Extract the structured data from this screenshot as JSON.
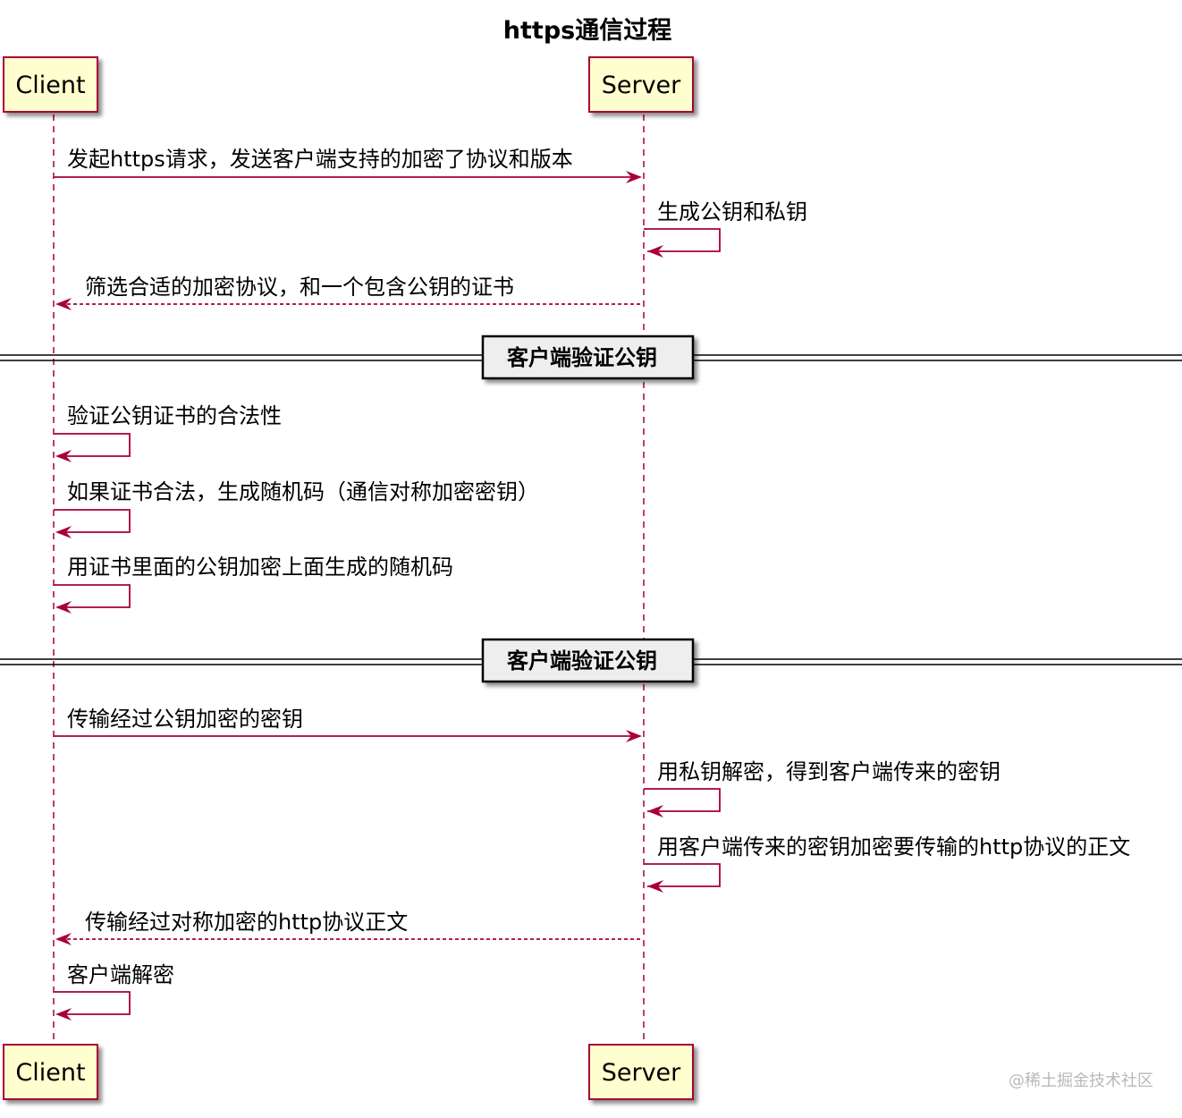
{
  "title": "https通信过程",
  "participants": [
    {
      "id": "client",
      "label": "Client"
    },
    {
      "id": "server",
      "label": "Server"
    }
  ],
  "messages": [
    {
      "from": "client",
      "to": "server",
      "style": "solid",
      "text": "发起https请求，发送客户端支持的加密了协议和版本"
    },
    {
      "from": "server",
      "to": "server",
      "style": "self",
      "text": "生成公钥和私钥"
    },
    {
      "from": "server",
      "to": "client",
      "style": "dashed",
      "text": "筛选合适的加密协议，和一个包含公钥的证书"
    },
    {
      "divider": true,
      "text": "客户端验证公钥"
    },
    {
      "from": "client",
      "to": "client",
      "style": "self",
      "text": "验证公钥证书的合法性"
    },
    {
      "from": "client",
      "to": "client",
      "style": "self",
      "text": "如果证书合法，生成随机码（通信对称加密密钥）"
    },
    {
      "from": "client",
      "to": "client",
      "style": "self",
      "text": "用证书里面的公钥加密上面生成的随机码"
    },
    {
      "divider": true,
      "text": "客户端验证公钥"
    },
    {
      "from": "client",
      "to": "server",
      "style": "solid",
      "text": "传输经过公钥加密的密钥"
    },
    {
      "from": "server",
      "to": "server",
      "style": "self",
      "text": "用私钥解密，得到客户端传来的密钥"
    },
    {
      "from": "server",
      "to": "server",
      "style": "self",
      "text": "用客户端传来的密钥加密要传输的http协议的正文"
    },
    {
      "from": "server",
      "to": "client",
      "style": "dashed",
      "text": "传输经过对称加密的http协议正文"
    },
    {
      "from": "client",
      "to": "client",
      "style": "self",
      "text": "客户端解密"
    }
  ],
  "watermark": "@稀土掘金技术社区",
  "colors": {
    "participant_fill": "#FEFECE",
    "participant_border": "#A80036",
    "arrow": "#A80036",
    "divider_fill": "#EEEEEE",
    "divider_border": "#000000"
  }
}
